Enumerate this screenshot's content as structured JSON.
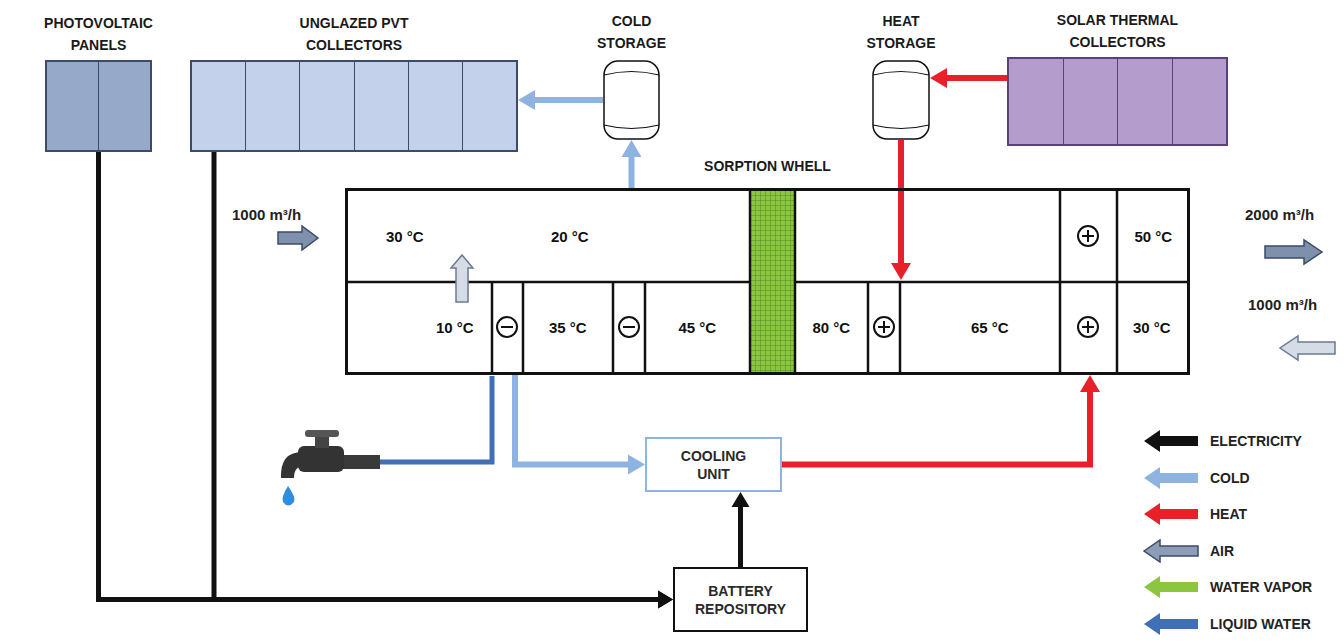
{
  "diagram": {
    "nodes": [
      {
        "text": [
          "PHOTOVOLTAIC PANELS"
        ]
      },
      {
        "text": [
          "UNGLAZED PVT COLLECTORS"
        ]
      },
      {
        "text": [
          "COLD STORAGE"
        ]
      },
      {
        "text": [
          "HEAT STORAGE"
        ]
      },
      {
        "text": [
          "SOLAR THERMAL COLLECTORS"
        ]
      },
      {
        "text": [
          "SORPTION WHELL"
        ]
      },
      {
        "text": [
          "30 °C",
          "20 °C"
        ],
        "in": 5
      },
      {
        "text": [
          "50 °C"
        ],
        "in": 5
      },
      {
        "text": [
          "10 °C"
        ],
        "in": 5
      },
      {
        "text": [
          "35 °C"
        ],
        "in": 5
      },
      {
        "text": [
          "45 °C"
        ],
        "in": 5
      },
      {
        "text": [
          "80 °C"
        ],
        "in": 5
      },
      {
        "text": [
          "65 °C"
        ],
        "in": 5
      },
      {
        "text": [
          "30 °C"
        ],
        "in": 5
      },
      {
        "text": [
          "COOLING UNIT"
        ]
      },
      {
        "text": [
          "BATTERY REPOSITORY"
        ]
      }
    ],
    "edges": [
      {
        "from": 6,
        "to": 2,
        "arrow": "to"
      },
      {
        "from": 2,
        "to": 1,
        "arrow": "to"
      },
      {
        "from": 4,
        "to": 3,
        "arrow": "to"
      },
      {
        "from": 3,
        "to": 5,
        "arrow": "to"
      },
      {
        "from": 5,
        "to": 14,
        "arrow": "to"
      },
      {
        "from": 14,
        "to": 5,
        "arrow": "to"
      },
      {
        "from": 15,
        "to": 14,
        "arrow": "to"
      },
      {
        "from": 0,
        "to": 15,
        "arrow": "to"
      },
      {
        "from": 1,
        "to": 15,
        "arrow": "to"
      }
    ],
    "labels": [
      "1000 m³/h",
      "2000 m³/h",
      "1000 m³/h"
    ],
    "legend": [
      {
        "text": "ELECTRICITY",
        "color": "#111111"
      },
      {
        "text": "COLD",
        "color": "#8fb3e0"
      },
      {
        "text": "HEAT",
        "color": "#e8202a"
      },
      {
        "text": "AIR",
        "color": "#8d9db8"
      },
      {
        "text": "WATER VAPOR",
        "color": "#8cc63f"
      },
      {
        "text": "LIQUID WATER",
        "color": "#3f6fb6"
      }
    ]
  }
}
